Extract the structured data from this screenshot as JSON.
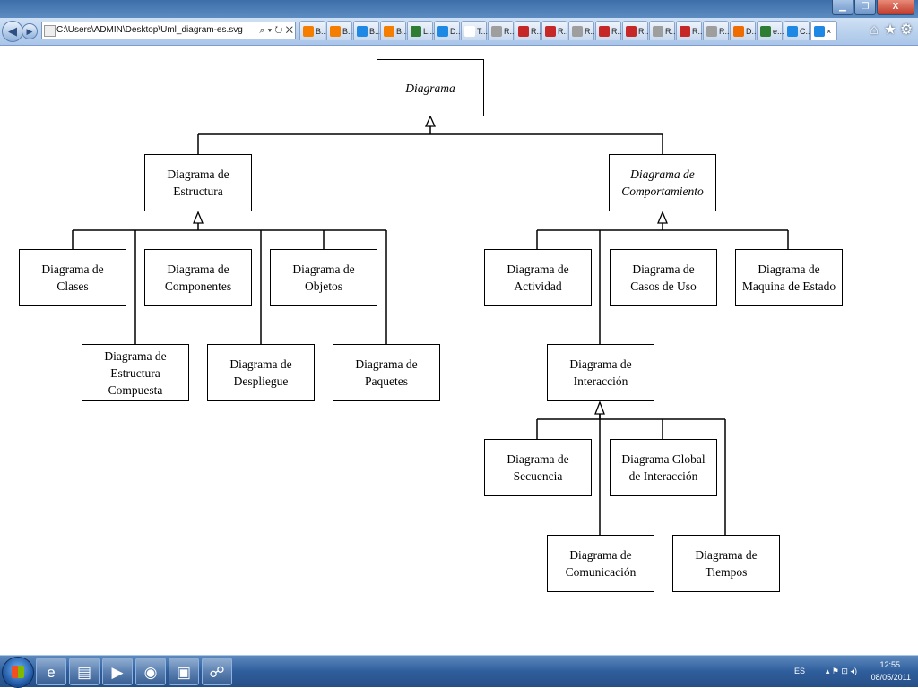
{
  "window": {
    "minimize_glyph": "▁",
    "restore_glyph": "❐",
    "close_glyph": "X"
  },
  "nav": {
    "back_glyph": "◀",
    "forward_glyph": "▶",
    "address": "C:\\Users\\ADMIN\\Desktop\\Uml_diagram-es.svg",
    "address_tools": "⌕ ▾ ↻ ✕"
  },
  "tabs": [
    {
      "label": "B...",
      "icon_color": "#f57d00",
      "icon": "blogger-icon"
    },
    {
      "label": "B...",
      "icon_color": "#f57d00",
      "icon": "blogger-icon"
    },
    {
      "label": "B...",
      "icon_color": "#1e88e5",
      "icon": "ie-icon"
    },
    {
      "label": "B...",
      "icon_color": "#f57d00",
      "icon": "blogger-icon"
    },
    {
      "label": "L...",
      "icon_color": "#2e7d32",
      "icon": "chart-icon"
    },
    {
      "label": "D...",
      "icon_color": "#1e88e5",
      "icon": "ie-icon"
    },
    {
      "label": "T...",
      "icon_color": "#ffffff",
      "icon": "page-icon"
    },
    {
      "label": "R...",
      "icon_color": "#9e9e9e",
      "icon": "loading-icon"
    },
    {
      "label": "R...",
      "icon_color": "#c62828",
      "icon": "grid-icon"
    },
    {
      "label": "R...",
      "icon_color": "#c62828",
      "icon": "grid-icon"
    },
    {
      "label": "R...",
      "icon_color": "#9e9e9e",
      "icon": "loading-icon"
    },
    {
      "label": "R...",
      "icon_color": "#c62828",
      "icon": "grid-icon"
    },
    {
      "label": "R...",
      "icon_color": "#c62828",
      "icon": "grid-icon"
    },
    {
      "label": "R...",
      "icon_color": "#9e9e9e",
      "icon": "loading-icon"
    },
    {
      "label": "R...",
      "icon_color": "#c62828",
      "icon": "grid-icon"
    },
    {
      "label": "R...",
      "icon_color": "#9e9e9e",
      "icon": "loading-icon"
    },
    {
      "label": "D...",
      "icon_color": "#ef6c00",
      "icon": "chart-icon"
    },
    {
      "label": "e...",
      "icon_color": "#2e7d32",
      "icon": "chart-icon"
    },
    {
      "label": "C...",
      "icon_color": "#1e88e5",
      "icon": "ie-icon"
    },
    {
      "label": "",
      "icon_color": "#1e88e5",
      "icon": "ie-icon",
      "active": true,
      "close": "×"
    }
  ],
  "browser_tools": {
    "home_glyph": "⌂",
    "favorites_glyph": "★",
    "settings_glyph": "⚙"
  },
  "diagram": {
    "root": "Diagrama",
    "estructura": "Diagrama de\nEstructura",
    "comportamiento": "Diagrama de\nComportamiento",
    "clases": "Diagrama de\nClases",
    "componentes": "Diagrama de\nComponentes",
    "objetos": "Diagrama de\nObjetos",
    "estructura_compuesta": "Diagrama de\nEstructura\nCompuesta",
    "despliegue": "Diagrama de\nDespliegue",
    "paquetes": "Diagrama de\nPaquetes",
    "actividad": "Diagrama de\nActividad",
    "casos_uso": "Diagrama de\nCasos de Uso",
    "maquina_estado": "Diagrama de\nMaquina de Estado",
    "interaccion": "Diagrama de\nInteracción",
    "secuencia": "Diagrama de\nSecuencia",
    "global_interaccion": "Diagrama Global\nde Interacción",
    "comunicacion": "Diagrama de\nComunicación",
    "tiempos": "Diagrama de\nTiempos"
  },
  "taskbar": {
    "pinned": [
      {
        "name": "ie-taskbar-icon",
        "glyph": "e"
      },
      {
        "name": "explorer-taskbar-icon",
        "glyph": "▤"
      },
      {
        "name": "media-player-taskbar-icon",
        "glyph": "▶"
      },
      {
        "name": "media-center-taskbar-icon",
        "glyph": "◉"
      },
      {
        "name": "office-taskbar-icon",
        "glyph": "▣"
      },
      {
        "name": "network-taskbar-icon",
        "glyph": "☍"
      }
    ],
    "language": "ES",
    "tray_glyphs": "▴ ⚑ ⊡ ◂)",
    "time": "12:55",
    "date": "08/05/2011"
  }
}
